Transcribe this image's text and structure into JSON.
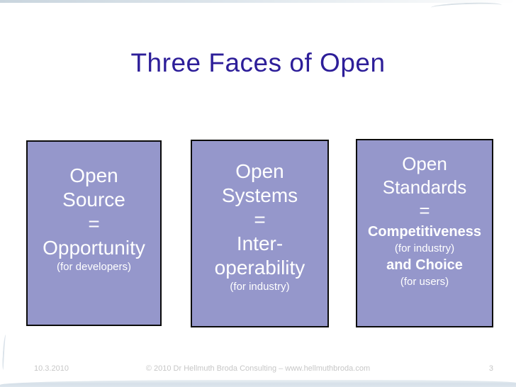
{
  "title": "Three Faces of Open",
  "boxes": [
    {
      "name": "open-source",
      "lines": [
        "Open",
        "Source",
        "=",
        "Opportunity",
        "(for developers)"
      ]
    },
    {
      "name": "open-systems",
      "lines": [
        "Open",
        "Systems",
        "=",
        "Inter-",
        "operability",
        "(for industry)"
      ]
    },
    {
      "name": "open-standards",
      "lines": [
        "Open",
        "Standards",
        "=",
        "Competitiveness",
        "(for industry)",
        "and Choice",
        "(for users)"
      ]
    }
  ],
  "footer": {
    "date": "10.3.2010",
    "copyright": "© 2010 Dr Hellmuth Broda Consulting – www.hellmuthbroda.com",
    "page_number": "3"
  },
  "colors": {
    "title_text": "#2D1E99",
    "box_fill": "#9597CB",
    "box_border": "#0B0B0B",
    "box_text": "#FFFFFF",
    "footer_text": "#C7C7C7",
    "background": "#FFFFFF",
    "scan_artifact": "#D6E0E9"
  }
}
